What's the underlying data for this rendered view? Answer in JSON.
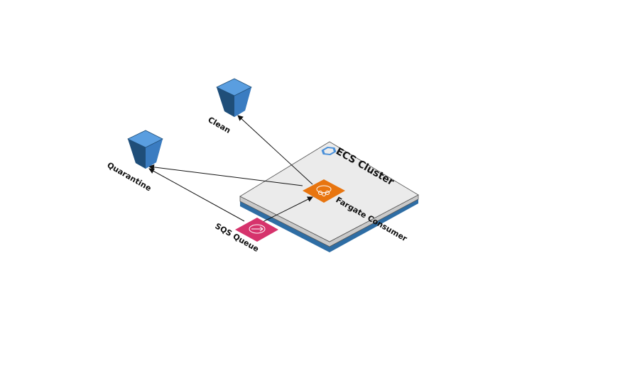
{
  "diagram": {
    "nodes": {
      "clean": {
        "label": "Clean",
        "icon": "s3-bucket-icon"
      },
      "quarantine": {
        "label": "Quarantine",
        "icon": "s3-bucket-icon"
      },
      "cluster": {
        "label": "ECS Cluster",
        "icon": "ecs-logo-icon"
      },
      "fargate": {
        "label": "Fargate Consumer",
        "icon": "fargate-icon"
      },
      "sqs": {
        "label": "SQS Queue",
        "icon": "sqs-icon"
      }
    },
    "edges": [
      {
        "from": "fargate",
        "to": "clean"
      },
      {
        "from": "fargate",
        "to": "quarantine"
      },
      {
        "from": "sqs",
        "to": "quarantine"
      },
      {
        "from": "sqs",
        "to": "fargate"
      }
    ],
    "colors": {
      "bucket_dark": "#1f4e79",
      "bucket_mid": "#2e6da4",
      "bucket_light": "#4a90d9",
      "platform_top": "#ebebeb",
      "platform_edge": "#2e6da4",
      "fargate": "#e8750f",
      "sqs": "#d6336c"
    }
  }
}
